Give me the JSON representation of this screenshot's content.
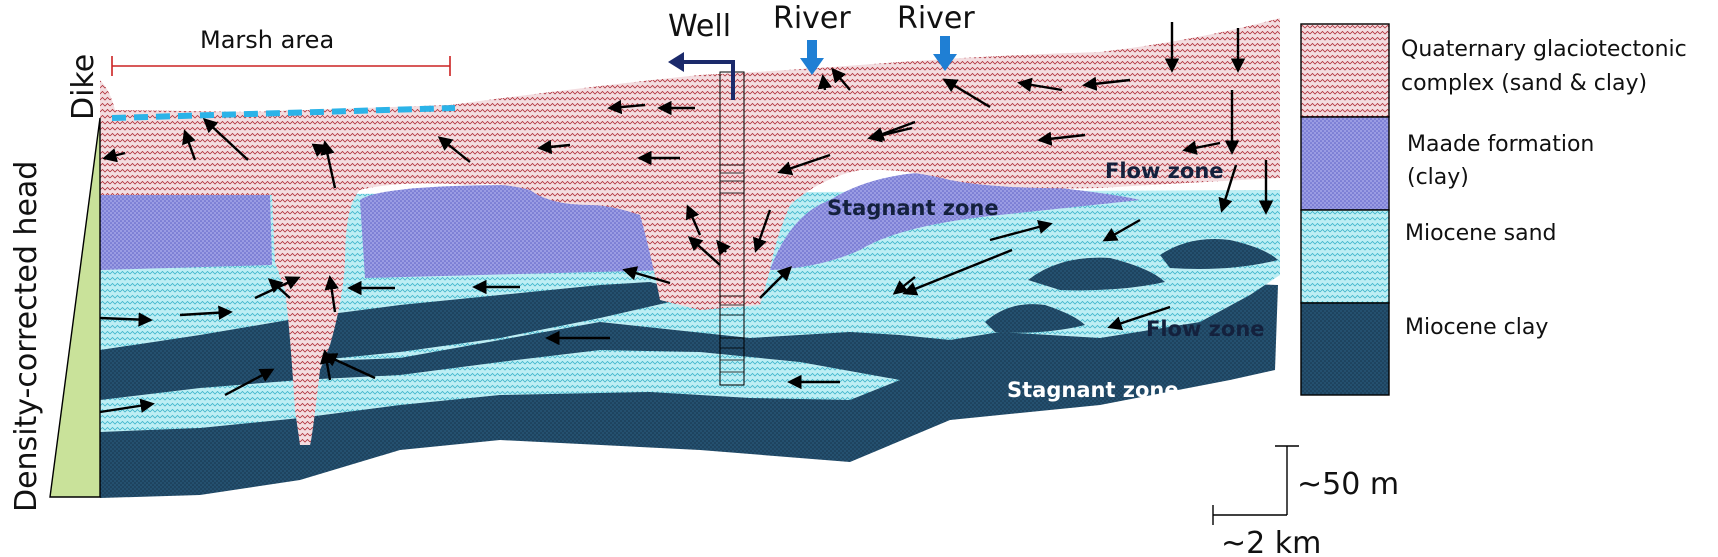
{
  "labels": {
    "dike": "Dike",
    "head": "Density-corrected head",
    "marsh": "Marsh area",
    "well": "Well",
    "river1": "River",
    "river2": "River",
    "flow_zone_upper": "Flow zone",
    "flow_zone_lower": "Flow zone",
    "stagnant_zone_upper": "Stagnant zone",
    "stagnant_zone_lower": "Stagnant zone",
    "scale_vertical": "~50 m",
    "scale_horizontal": "~2 km"
  },
  "legend": [
    {
      "lines": [
        "Quaternary glaciotectonic",
        "complex (sand & clay)"
      ],
      "color": "#f3dde0",
      "pattern": "pat-quat"
    },
    {
      "lines": [
        "Maade formation",
        "(clay)"
      ],
      "color": "#9597e0",
      "pattern": "pat-maade"
    },
    {
      "lines": [
        "Miocene sand"
      ],
      "color": "#b4eaf1",
      "pattern": "pat-sand"
    },
    {
      "lines": [
        "Miocene clay"
      ],
      "color": "#1f4a6c",
      "pattern": "pat-clay"
    }
  ],
  "colors": {
    "quaternary": "#f3dde0",
    "maade": "#9597e0",
    "sand": "#b4eaf1",
    "clay": "#1f4a6c",
    "river_arrow": "#1f7fd4",
    "well_arrow": "#1b2a6b",
    "marsh_bracket": "#cc2222",
    "head_wedge": "#c9e29a"
  }
}
